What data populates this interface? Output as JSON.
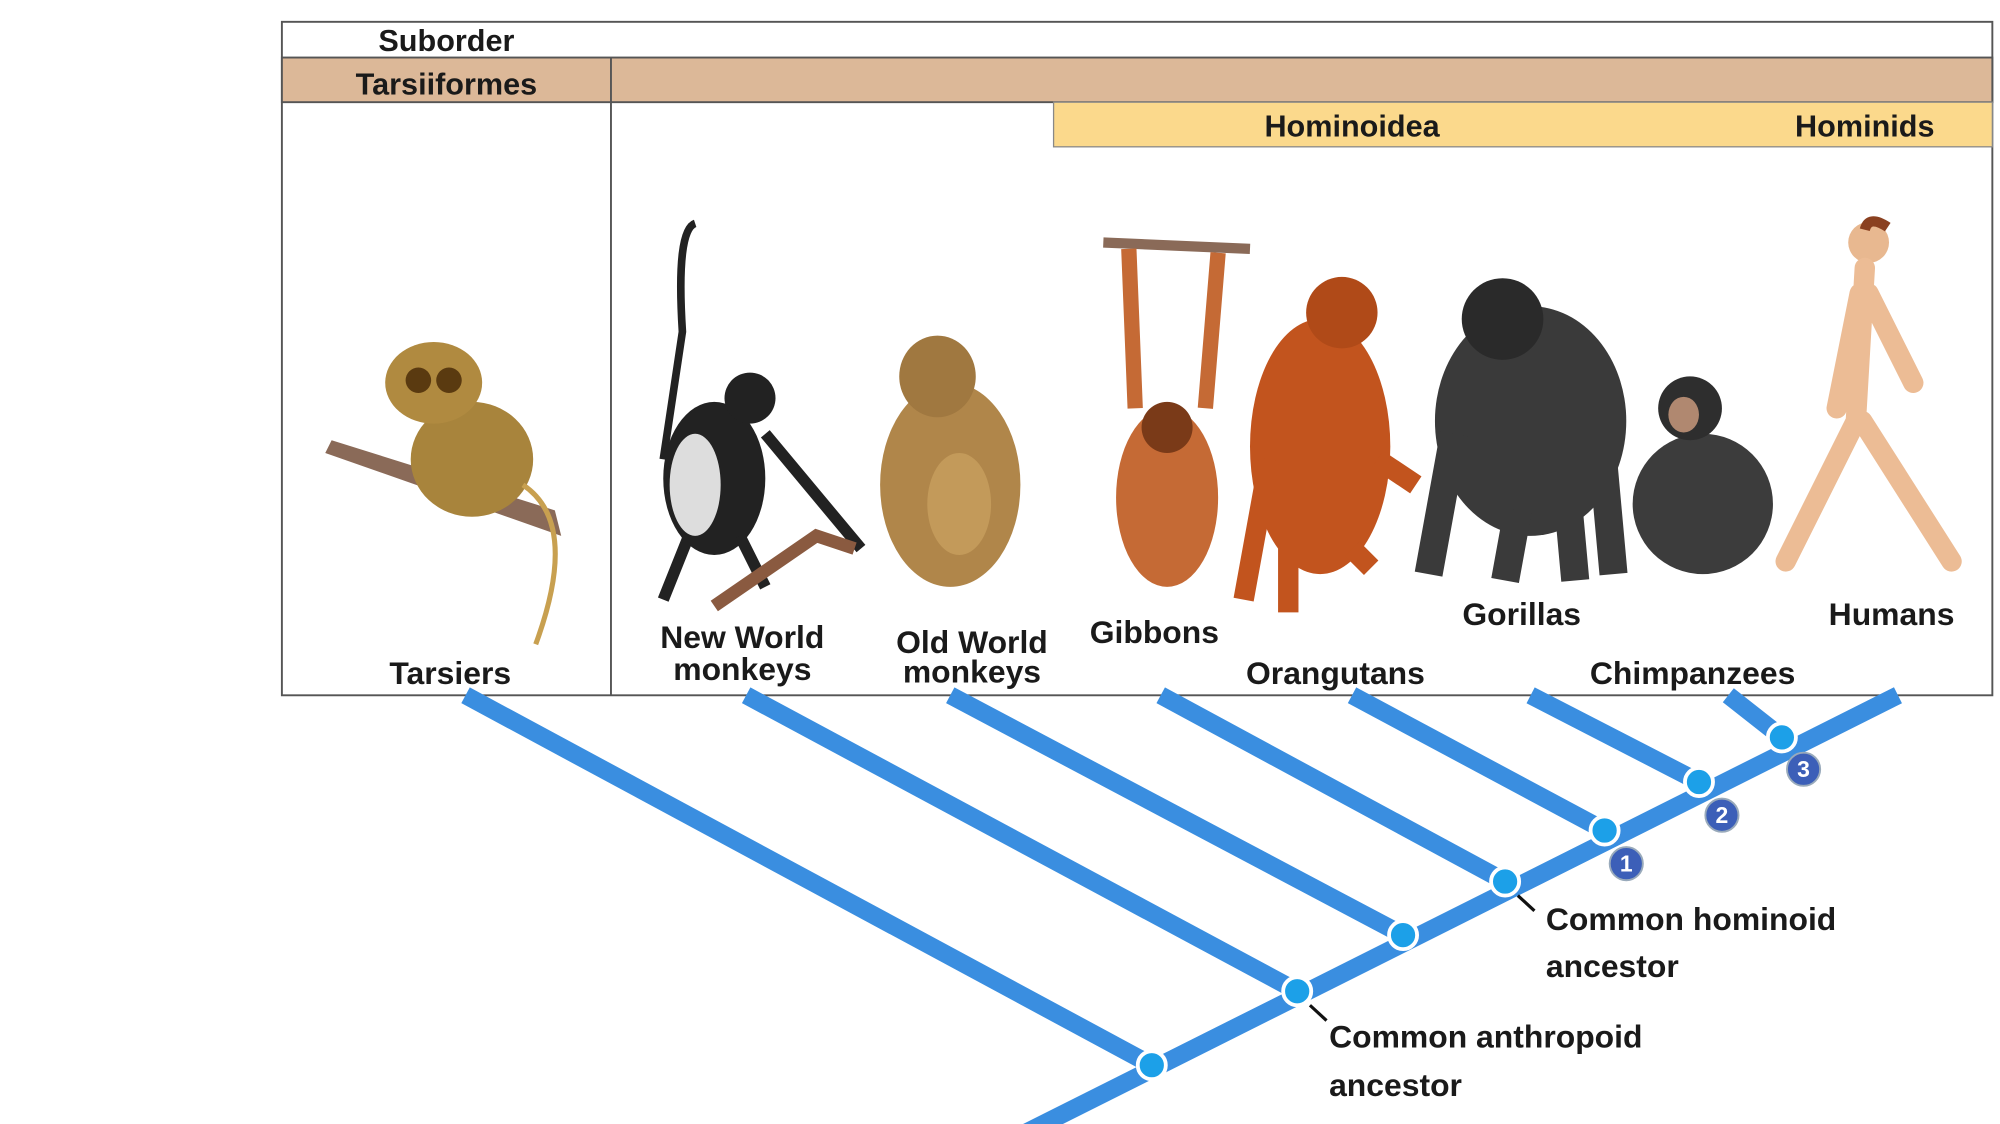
{
  "header": {
    "suborder": "Suborder",
    "tarsiiformes": "Tarsiiformes",
    "hominoidea": "Hominoidea",
    "hominids": "Hominids"
  },
  "animals": {
    "tarsiers": "Tarsiers",
    "new_world_1": "New World",
    "new_world_2": "monkeys",
    "old_world_1": "Old World",
    "old_world_2": "monkeys",
    "gibbons": "Gibbons",
    "orangutans": "Orangutans",
    "gorillas": "Gorillas",
    "chimpanzees": "Chimpanzees",
    "humans": "Humans"
  },
  "tree": {
    "hominoid_1": "Common hominoid",
    "hominoid_2": "ancestor",
    "anthropoid_1": "Common anthropoid",
    "anthropoid_2": "ancestor",
    "markers": [
      "1",
      "2",
      "3"
    ]
  },
  "colors": {
    "tarsiiformes_band": "#dcb898",
    "hominoidea_band": "#fbd98c",
    "branch": "#3a8ee0",
    "node": "#1ca0e8",
    "marker": "#3c5fb8"
  }
}
